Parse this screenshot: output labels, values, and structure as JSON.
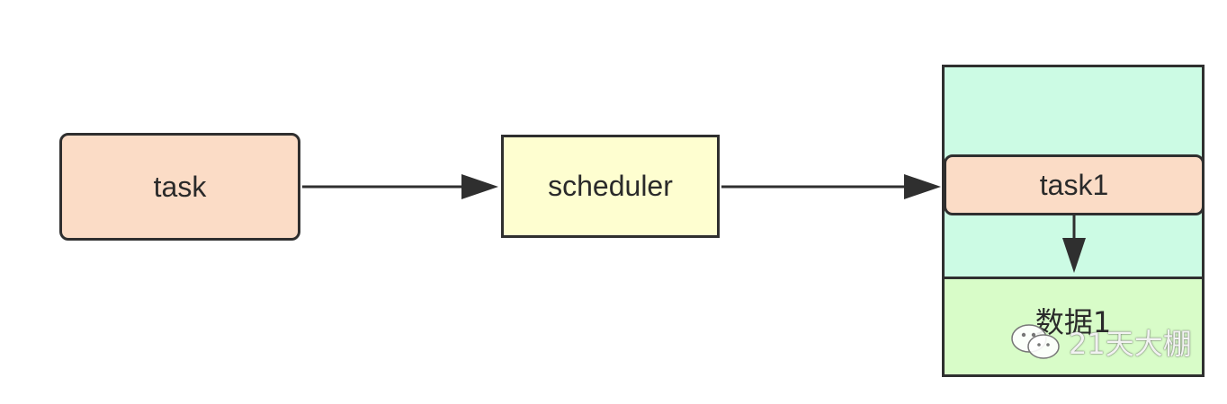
{
  "nodes": {
    "task": "task",
    "scheduler": "scheduler",
    "task1": "task1",
    "data1": "数据1"
  },
  "watermark": {
    "text": "21天大棚",
    "icon": "wechat-icon"
  },
  "colors": {
    "task_fill": "#fbdcc6",
    "scheduler_fill": "#fefed0",
    "worker_fill": "#ccfbe4",
    "data_fill": "#d8fcc8",
    "stroke": "#2f2f2f"
  }
}
